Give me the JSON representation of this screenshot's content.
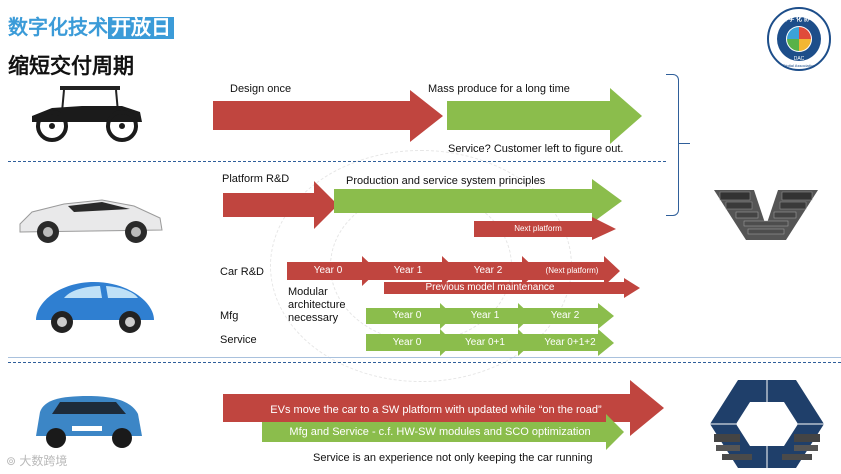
{
  "header": {
    "title_part1": "数字化技术",
    "title_part2": "开放日",
    "subtitle": "缩短交付周期"
  },
  "logo": {
    "top_text": "数 字 化 协 会",
    "center_text": "DAC",
    "bottom_text": "Digital Association"
  },
  "colors": {
    "red": "#c0453f",
    "green": "#8bbd4c",
    "blue_title": "#3b9bd8",
    "divider": "#2f5f9a"
  },
  "row1": {
    "label_design": "Design once",
    "label_mass": "Mass produce for a long time",
    "label_service": "Service? Customer left to figure out."
  },
  "row2": {
    "label_platform": "Platform R&D",
    "label_production": "Production and service system principles",
    "next_platform": "Next platform"
  },
  "row3": {
    "car_rd": "Car R&D",
    "modular": "Modular\narchitecture\nnecessary",
    "mfg": "Mfg",
    "service": "Service",
    "rd_years": [
      "Year 0",
      "Year 1",
      "Year 2",
      "(Next platform)"
    ],
    "previous_maintenance": "Previous model maintenance",
    "mfg_years": [
      "Year 0",
      "Year 1",
      "Year 2"
    ],
    "service_years": [
      "Year 0",
      "Year 0+1",
      "Year 0+1+2"
    ]
  },
  "row4": {
    "evs": "EVs move the car to a SW platform with updated while “on the road”",
    "mfg_service": "Mfg and Service - c.f. HW-SW modules and SCO optimization",
    "service_experience": "Service is an experience not only keeping the car running"
  },
  "footer": {
    "watermark": "大数跨境"
  }
}
